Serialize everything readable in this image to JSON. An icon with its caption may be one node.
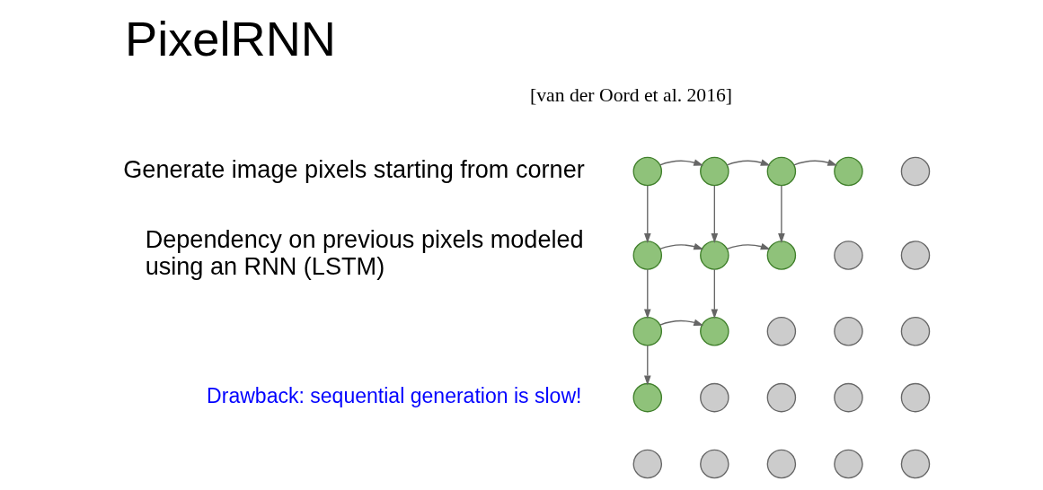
{
  "diagram": {
    "title": "PixelRNN",
    "nodes": [
      {
        "text": [],
        "shape": "circle"
      },
      {
        "text": [],
        "shape": "circle"
      },
      {
        "text": [],
        "shape": "circle"
      },
      {
        "text": [],
        "shape": "circle"
      },
      {
        "text": [],
        "shape": "circle"
      },
      {
        "text": [],
        "shape": "circle"
      },
      {
        "text": [],
        "shape": "circle"
      },
      {
        "text": [],
        "shape": "circle"
      },
      {
        "text": [],
        "shape": "circle"
      },
      {
        "text": [],
        "shape": "circle"
      },
      {
        "text": [],
        "shape": "circle"
      },
      {
        "text": [],
        "shape": "circle"
      },
      {
        "text": [],
        "shape": "circle"
      },
      {
        "text": [],
        "shape": "circle"
      },
      {
        "text": [],
        "shape": "circle"
      },
      {
        "text": [],
        "shape": "circle"
      },
      {
        "text": [],
        "shape": "circle"
      },
      {
        "text": [],
        "shape": "circle"
      },
      {
        "text": [],
        "shape": "circle"
      },
      {
        "text": [],
        "shape": "circle"
      },
      {
        "text": [],
        "shape": "circle"
      },
      {
        "text": [],
        "shape": "circle"
      },
      {
        "text": [],
        "shape": "circle"
      },
      {
        "text": [],
        "shape": "circle"
      },
      {
        "text": [],
        "shape": "circle"
      }
    ],
    "edges": [
      {
        "from": 0,
        "to": 1,
        "arrow": "to"
      },
      {
        "from": 1,
        "to": 2,
        "arrow": "to"
      },
      {
        "from": 2,
        "to": 3,
        "arrow": "to"
      },
      {
        "from": 0,
        "to": 5,
        "arrow": "to"
      },
      {
        "from": 1,
        "to": 6,
        "arrow": "to"
      },
      {
        "from": 2,
        "to": 7,
        "arrow": "to"
      },
      {
        "from": 5,
        "to": 6,
        "arrow": "to"
      },
      {
        "from": 6,
        "to": 7,
        "arrow": "to"
      },
      {
        "from": 5,
        "to": 10,
        "arrow": "to"
      },
      {
        "from": 6,
        "to": 11,
        "arrow": "to"
      },
      {
        "from": 10,
        "to": 11,
        "arrow": "to"
      },
      {
        "from": 10,
        "to": 15,
        "arrow": "to"
      }
    ],
    "labels": [
      "[van der Oord et al. 2016]",
      "Generate image pixels starting from corner",
      "Dependency on previous pixels modeled using an RNN (LSTM)",
      "Drawback: sequential generation is slow!"
    ]
  }
}
